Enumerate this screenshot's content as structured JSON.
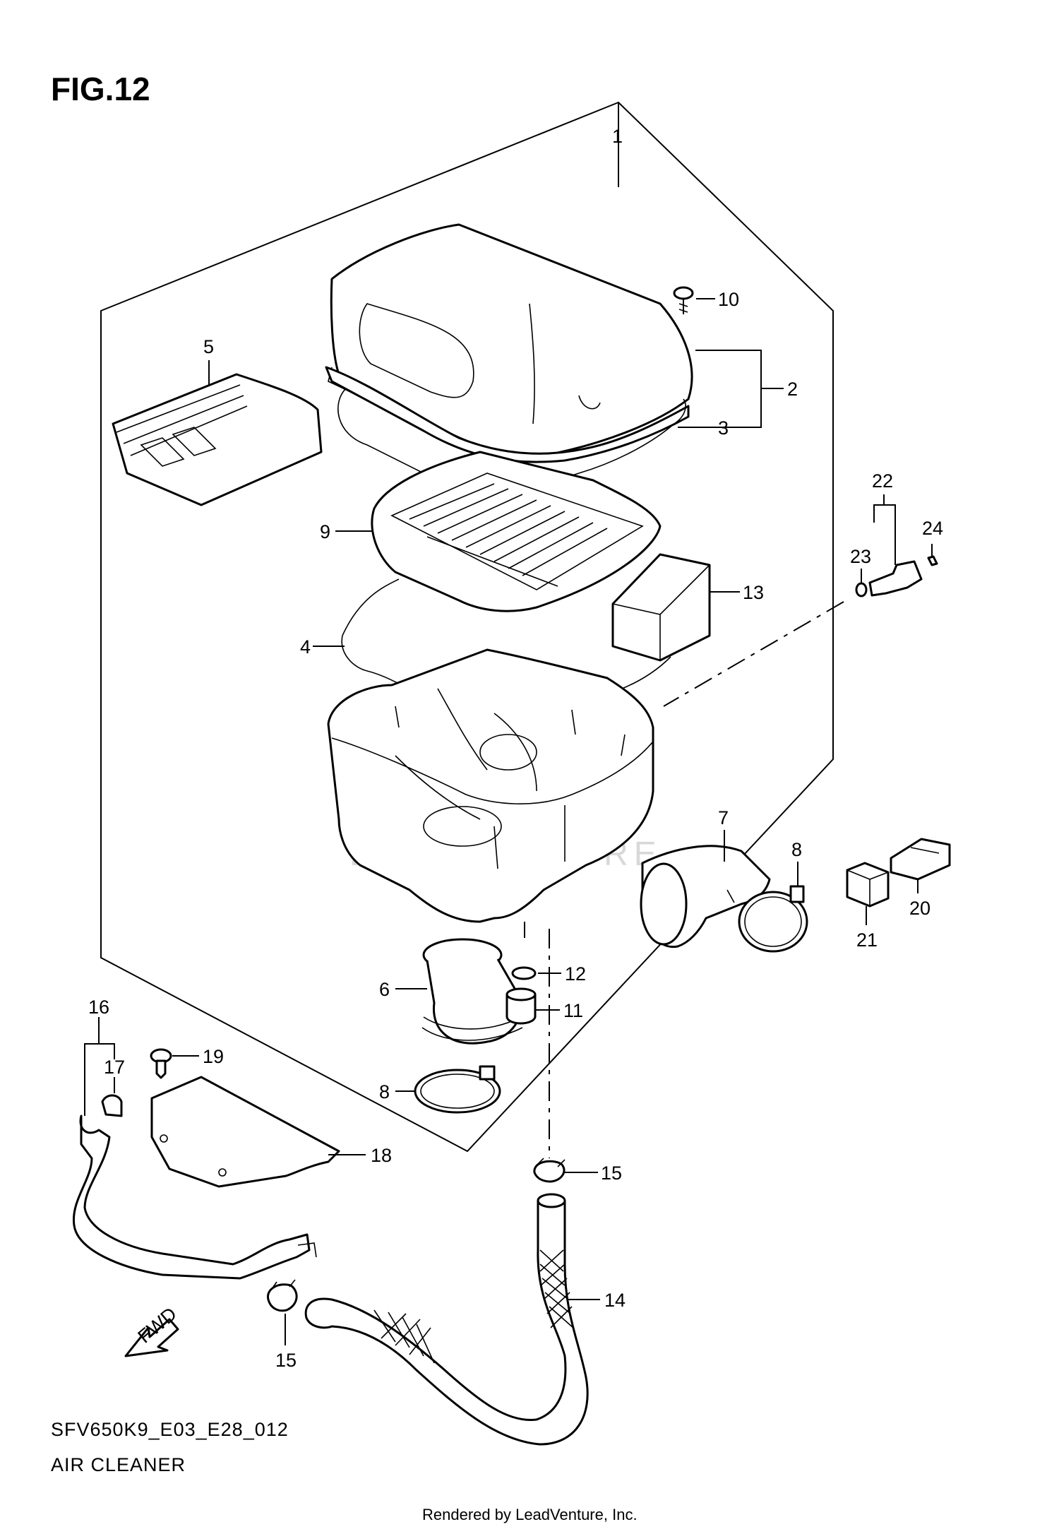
{
  "figure": {
    "title": "FIG.12",
    "code": "SFV650K9_E03_E28_012",
    "name": "AIR CLEANER",
    "watermark": "LEADVENTURE",
    "rendered_by": "Rendered by LeadVenture, Inc.",
    "fwd_label": "FWD"
  },
  "callouts": {
    "c1": "1",
    "c2": "2",
    "c3": "3",
    "c4": "4",
    "c5": "5",
    "c6": "6",
    "c7": "7",
    "c8a": "8",
    "c8b": "8",
    "c9": "9",
    "c10": "10",
    "c11": "11",
    "c12": "12",
    "c13": "13",
    "c14": "14",
    "c15a": "15",
    "c15b": "15",
    "c16": "16",
    "c17": "17",
    "c18": "18",
    "c19": "19",
    "c20": "20",
    "c21": "21",
    "c22": "22",
    "c23": "23",
    "c24": "24"
  }
}
